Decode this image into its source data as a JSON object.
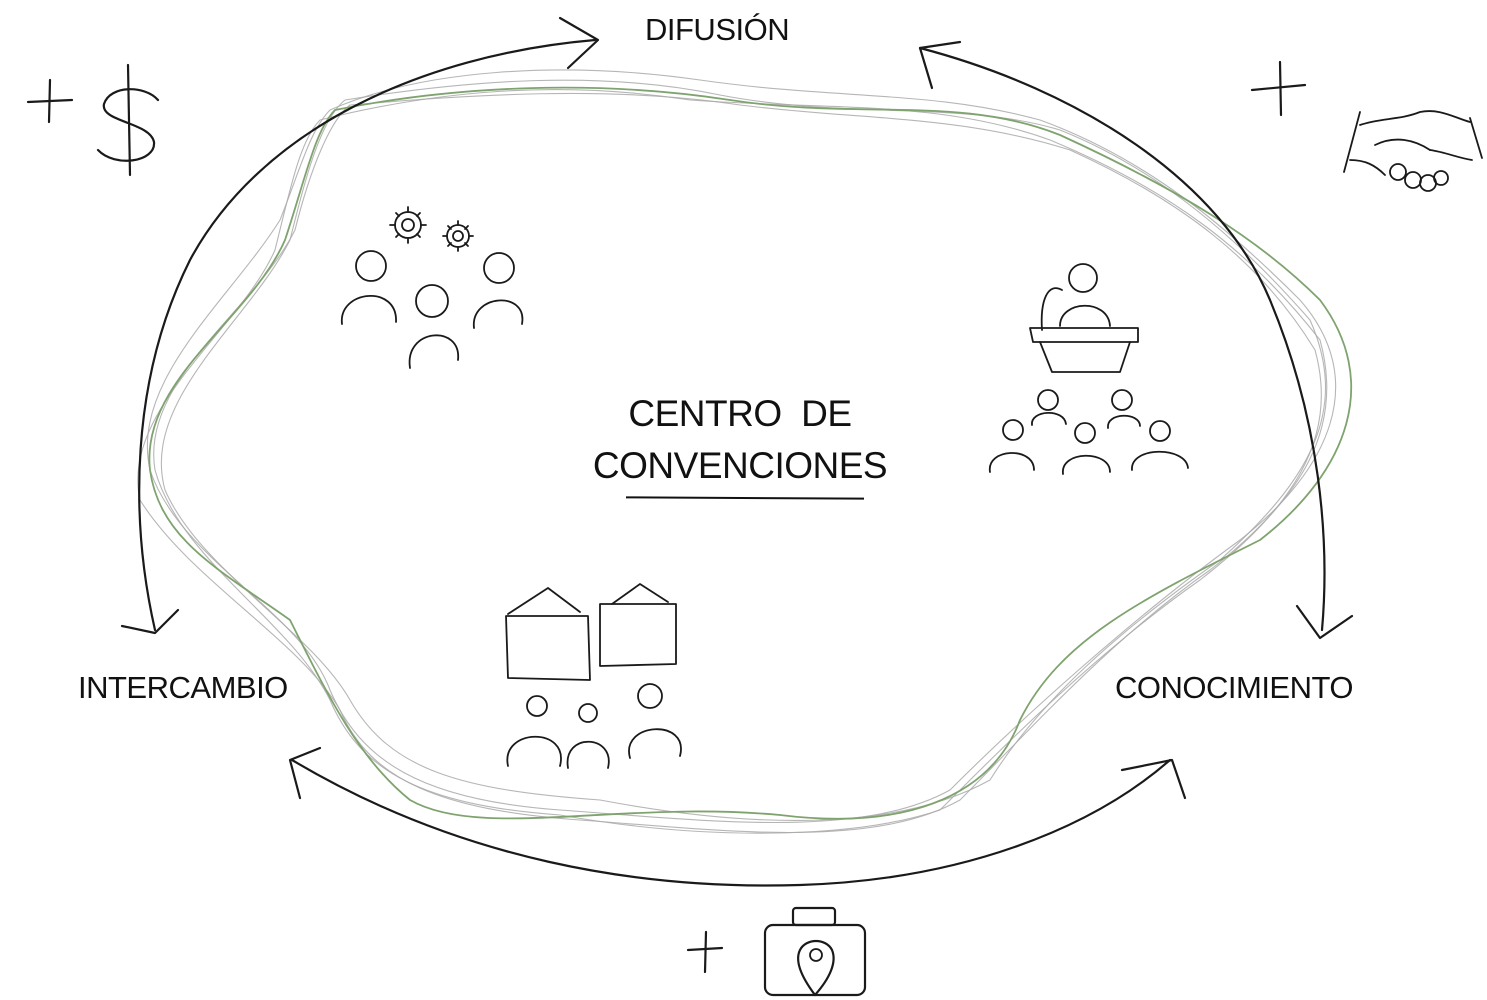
{
  "diagram": {
    "center": {
      "line1": "CENTRO  DE",
      "line2": "CONVENCIONES"
    },
    "nodes": {
      "top": "DIFUSIÓN",
      "left": "INTERCAMBIO",
      "right": "CONOCIMIENTO"
    },
    "benefit_icons": [
      "plus-dollar-icon",
      "plus-handshake-icon",
      "plus-location-camera-icon"
    ],
    "scene_icons": [
      "team-gears-icon",
      "speaker-podium-audience-icon",
      "presentation-boards-audience-icon"
    ],
    "colors": {
      "ink": "#1a1a1a",
      "blob_green": "#7fa36e",
      "blob_grey": "#a9a9a9"
    }
  }
}
